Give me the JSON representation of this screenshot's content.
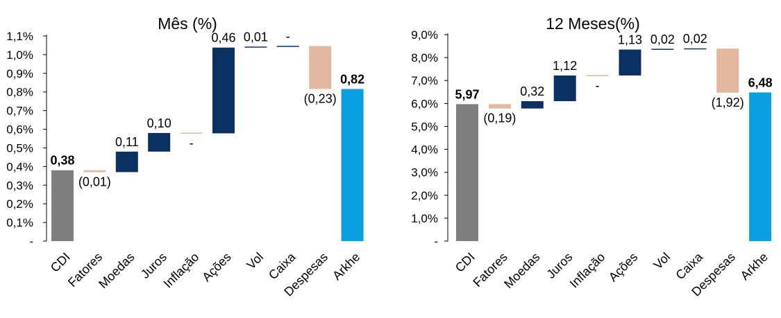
{
  "colors": {
    "cdi": "#7f7f7f",
    "negative": "#e2b8a0",
    "positive": "#0b3062",
    "arkhe": "#0aa0e0",
    "axis": "#000000"
  },
  "chart_data": [
    {
      "type": "waterfall",
      "title": "Mês (%)",
      "categories": [
        "CDI",
        "Fatores",
        "Moedas",
        "Juros",
        "Inflação",
        "Ações",
        "Vol",
        "Caixa",
        "Despesas",
        "Arkhe"
      ],
      "bars": [
        {
          "kind": "total",
          "start": 0,
          "end": 0.38,
          "label": "0,38",
          "bold": true,
          "color": "cdi"
        },
        {
          "kind": "delta",
          "start": 0.38,
          "end": 0.37,
          "label": "(0,01)",
          "bold": false,
          "color": "negative"
        },
        {
          "kind": "delta",
          "start": 0.37,
          "end": 0.48,
          "label": "0,11",
          "bold": false,
          "color": "positive"
        },
        {
          "kind": "delta",
          "start": 0.48,
          "end": 0.58,
          "label": "0,10",
          "bold": false,
          "color": "positive"
        },
        {
          "kind": "delta",
          "start": 0.58,
          "end": 0.578,
          "label": "-",
          "bold": false,
          "color": "negative"
        },
        {
          "kind": "delta",
          "start": 0.578,
          "end": 1.038,
          "label": "0,46",
          "bold": false,
          "color": "positive"
        },
        {
          "kind": "delta",
          "start": 1.038,
          "end": 1.043,
          "label": "0,01",
          "bold": false,
          "color": "positive"
        },
        {
          "kind": "delta",
          "start": 1.043,
          "end": 1.046,
          "label": "-",
          "bold": false,
          "color": "positive"
        },
        {
          "kind": "delta",
          "start": 1.046,
          "end": 0.816,
          "label": "(0,23)",
          "bold": false,
          "color": "negative"
        },
        {
          "kind": "total",
          "start": 0,
          "end": 0.816,
          "label": "0,82",
          "bold": true,
          "color": "arkhe"
        }
      ],
      "ylim": [
        0,
        1.1
      ],
      "yticks": [
        {
          "value": 0,
          "label": "-"
        },
        {
          "value": 0.1,
          "label": "0,1%"
        },
        {
          "value": 0.2,
          "label": "0,2%"
        },
        {
          "value": 0.3,
          "label": "0,3%"
        },
        {
          "value": 0.4,
          "label": "0,4%"
        },
        {
          "value": 0.5,
          "label": "0,5%"
        },
        {
          "value": 0.6,
          "label": "0,6%"
        },
        {
          "value": 0.7,
          "label": "0,7%"
        },
        {
          "value": 0.8,
          "label": "0,8%"
        },
        {
          "value": 0.9,
          "label": "0,9%"
        },
        {
          "value": 1.0,
          "label": "1,0%"
        },
        {
          "value": 1.1,
          "label": "1,1%"
        }
      ],
      "grid": false
    },
    {
      "type": "waterfall",
      "title": "12 Meses(%)",
      "categories": [
        "CDI",
        "Fatores",
        "Moedas",
        "Juros",
        "Inflação",
        "Ações",
        "Vol",
        "Caixa",
        "Despesas",
        "Arkhe"
      ],
      "bars": [
        {
          "kind": "total",
          "start": 0,
          "end": 5.97,
          "label": "5,97",
          "bold": true,
          "color": "cdi"
        },
        {
          "kind": "delta",
          "start": 5.97,
          "end": 5.78,
          "label": "(0,19)",
          "bold": false,
          "color": "negative"
        },
        {
          "kind": "delta",
          "start": 5.78,
          "end": 6.1,
          "label": "0,32",
          "bold": false,
          "color": "positive"
        },
        {
          "kind": "delta",
          "start": 6.1,
          "end": 7.22,
          "label": "1,12",
          "bold": false,
          "color": "positive"
        },
        {
          "kind": "delta",
          "start": 7.22,
          "end": 7.205,
          "label": "-",
          "bold": false,
          "color": "negative"
        },
        {
          "kind": "delta",
          "start": 7.22,
          "end": 8.35,
          "label": "1,13",
          "bold": false,
          "color": "positive"
        },
        {
          "kind": "delta",
          "start": 8.35,
          "end": 8.37,
          "label": "0,02",
          "bold": false,
          "color": "positive"
        },
        {
          "kind": "delta",
          "start": 8.37,
          "end": 8.39,
          "label": "0,02",
          "bold": false,
          "color": "positive"
        },
        {
          "kind": "delta",
          "start": 8.39,
          "end": 6.47,
          "label": "(1,92)",
          "bold": false,
          "color": "negative"
        },
        {
          "kind": "total",
          "start": 0,
          "end": 6.48,
          "label": "6,48",
          "bold": true,
          "color": "arkhe"
        }
      ],
      "ylim": [
        0,
        9
      ],
      "yticks": [
        {
          "value": 0,
          "label": "-"
        },
        {
          "value": 1,
          "label": "1,0%"
        },
        {
          "value": 2,
          "label": "2,0%"
        },
        {
          "value": 3,
          "label": "3,0%"
        },
        {
          "value": 4,
          "label": "4,0%"
        },
        {
          "value": 5,
          "label": "5,0%"
        },
        {
          "value": 6,
          "label": "6,0%"
        },
        {
          "value": 7,
          "label": "7,0%"
        },
        {
          "value": 8,
          "label": "8,0%"
        },
        {
          "value": 9,
          "label": "9,0%"
        }
      ],
      "grid": false
    }
  ]
}
